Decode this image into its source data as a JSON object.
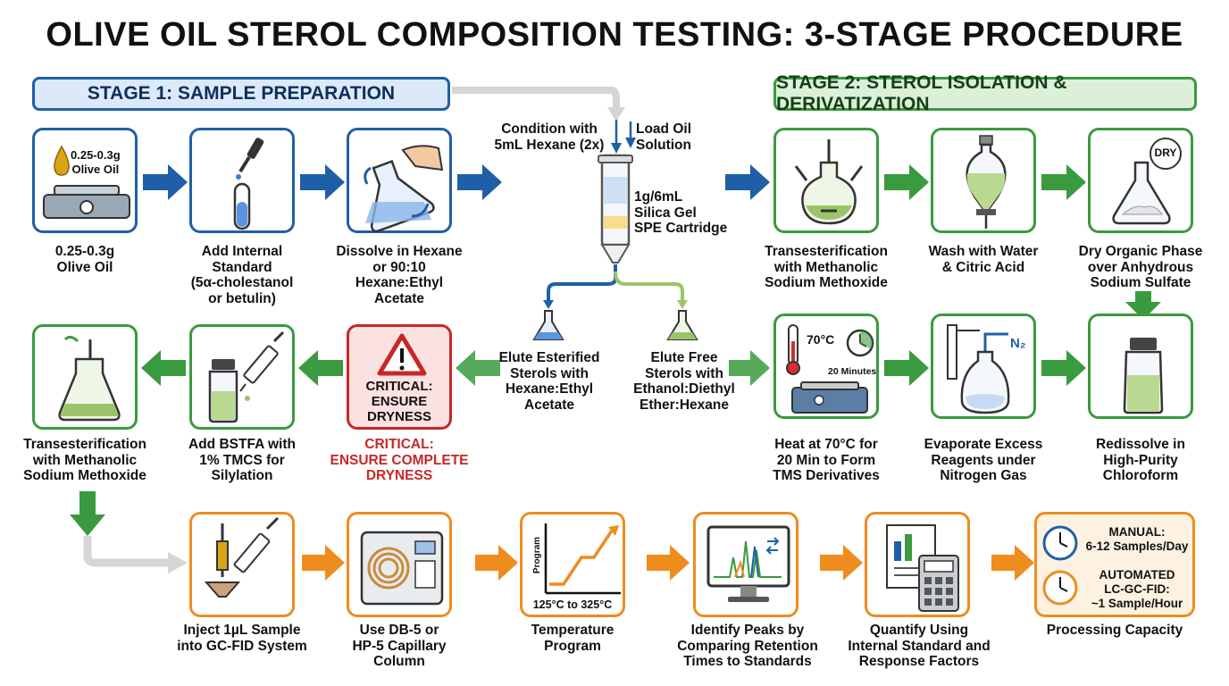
{
  "title": "OLIVE OIL STEROL COMPOSITION TESTING: 3-STAGE PROCEDURE",
  "stages": {
    "stage1": "STAGE 1: SAMPLE PREPARATION",
    "stage2": "STAGE 2: STEROL ISOLATION & DERIVATIZATION"
  },
  "row1_left": [
    {
      "caption": "0.25-0.3g\nOlive Oil",
      "icon_text": "0.25-0.3g\nOlive Oil"
    },
    {
      "caption": "Add Internal\nStandard\n(5α-cholestanol\nor betulin)"
    },
    {
      "caption": "Dissolve in Hexane\nor 90:10\nHexane:Ethyl\nAcetate"
    }
  ],
  "spe": {
    "condition": "Condition with\n5mL Hexane (2x)",
    "load": "Load Oil\nSolution",
    "cartridge": "1g/6mL\nSilica Gel\nSPE Cartridge",
    "elute_left": "Elute Esterified\nSterols with\nHexane:Ethyl\nAcetate",
    "elute_right": "Elute Free\nSterols with\nEthanol:Diethyl\nEther:Hexane"
  },
  "row1_right": [
    {
      "caption": "Transesterification\nwith Methanolic\nSodium Methoxide"
    },
    {
      "caption": "Wash with Water\n& Citric Acid"
    },
    {
      "caption": "Dry Organic Phase\nover Anhydrous\nSodium Sulfate",
      "badge": "DRY"
    }
  ],
  "row2_right": [
    {
      "caption": "Heat at 70°C for\n20 Min to Form\nTMS Derivatives",
      "temp": "70°C",
      "time": "20 Minutes"
    },
    {
      "caption": "Evaporate Excess\nReagents under\nNitrogen Gas",
      "gas": "N₂"
    },
    {
      "caption": "Redissolve in\nHigh-Purity\nChloroform"
    }
  ],
  "row2_left": [
    {
      "caption": "Transesterification\nwith Methanolic\nSodium Methoxide"
    },
    {
      "caption": "Add BSTFA with\n1% TMCS for\nSilylation"
    },
    {
      "caption": "CRITICAL:\nENSURE COMPLETE\nDRYNESS",
      "box_text": "CRITICAL:\nENSURE\nDRYNESS"
    }
  ],
  "row3": [
    {
      "caption": "Inject 1µL Sample\ninto GC-FID System"
    },
    {
      "caption": "Use DB-5 or\nHP-5 Capillary\nColumn"
    },
    {
      "caption": "Temperature\nProgram",
      "axis_y": "Program",
      "range": "125°C to 325°C"
    },
    {
      "caption": "Identify Peaks by\nComparing Retention\nTimes to Standards"
    },
    {
      "caption": "Quantify Using\nInternal Standard and\nResponse Factors"
    },
    {
      "caption": "Processing Capacity",
      "manual_label": "MANUAL:",
      "manual_rate": "6-12 Samples/Day",
      "auto_label": "AUTOMATED\nLC-GC-FID:",
      "auto_rate": "~1 Sample/Hour"
    }
  ],
  "colors": {
    "blue": "#1f5fa8",
    "green": "#3a9a3f",
    "orange": "#ef8c1e",
    "red": "#c62828",
    "grey": "#d5d5d5"
  }
}
